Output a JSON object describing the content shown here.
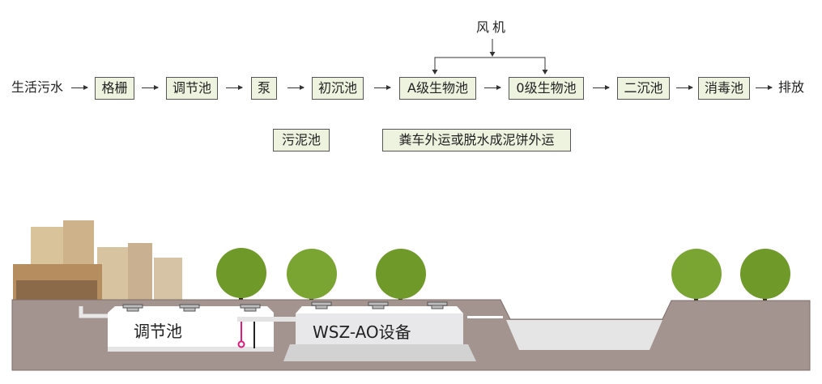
{
  "flow": {
    "source": "生活污水",
    "steps": [
      "格栅",
      "调节池",
      "泵",
      "初沉池",
      "A级生物池",
      "0级生物池",
      "二沉池",
      "消毒池"
    ],
    "sink": "排放",
    "blower": "风机",
    "sludge_tank": "污泥池",
    "sludge_disposal": "粪车外运或脱水成泥饼外运"
  },
  "scene": {
    "tank_label": "调节池",
    "equipment_label": "WSZ-AO设备"
  },
  "colors": {
    "ground": "#a39490",
    "box_fill": "#eef3df",
    "water": "#e6e5e6",
    "tree": "#6f9a2a"
  }
}
